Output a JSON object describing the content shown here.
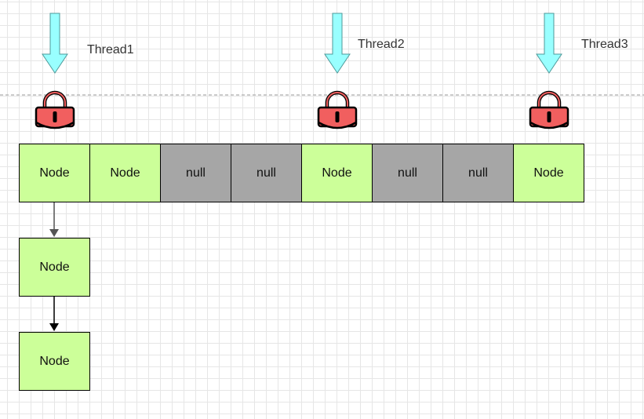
{
  "colors": {
    "node_fill": "#ccff99",
    "null_fill": "#a6a6a6",
    "arrow_fill": "#99ffff",
    "lock_fill": "#f15f5f"
  },
  "threads": [
    {
      "label": "Thread1"
    },
    {
      "label": "Thread2"
    },
    {
      "label": "Thread3"
    }
  ],
  "array": {
    "cells": [
      "Node",
      "Node",
      "null",
      "null",
      "Node",
      "null",
      "null",
      "Node"
    ]
  },
  "chain": {
    "nodes": [
      "Node",
      "Node"
    ]
  },
  "icons": {
    "lock": "lock-icon",
    "thread_arrow": "arrow-down-icon"
  }
}
